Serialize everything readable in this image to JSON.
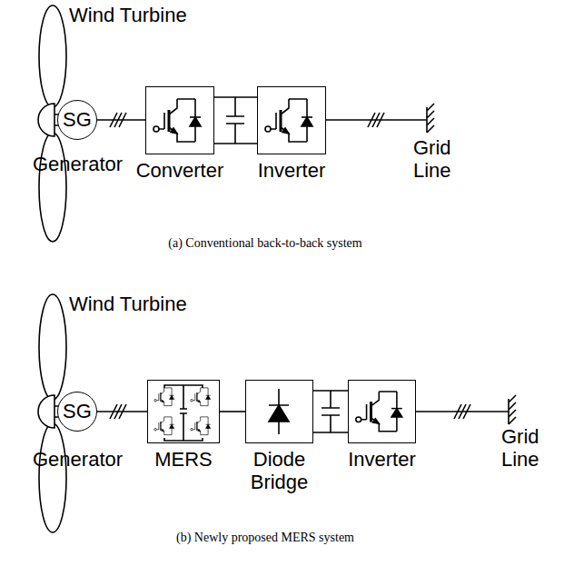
{
  "diagram": {
    "nodes": [
      {
        "text": [
          "SG"
        ]
      },
      {
        "text": [
          "Converter"
        ]
      },
      {
        "text": [
          "Inverter"
        ]
      },
      {
        "text": [
          "SG"
        ]
      },
      {
        "text": [
          "MERS"
        ]
      },
      {
        "text": [
          "Diode Bridge"
        ]
      },
      {
        "text": [
          "Inverter"
        ]
      }
    ],
    "edges": [
      {
        "from": 0,
        "to": 1,
        "arrow": "none"
      },
      {
        "from": 1,
        "to": 2,
        "arrow": "none"
      },
      {
        "from": 3,
        "to": 4,
        "arrow": "none"
      },
      {
        "from": 4,
        "to": 5,
        "arrow": "none"
      },
      {
        "from": 5,
        "to": 6,
        "arrow": "none"
      }
    ],
    "labels": [
      "Wind Turbine",
      "Generator",
      "Grid Line",
      "(a) Conventional back-to-back system",
      "Wind Turbine",
      "Generator",
      "Grid Line",
      "(b) Newly proposed MERS system"
    ]
  }
}
